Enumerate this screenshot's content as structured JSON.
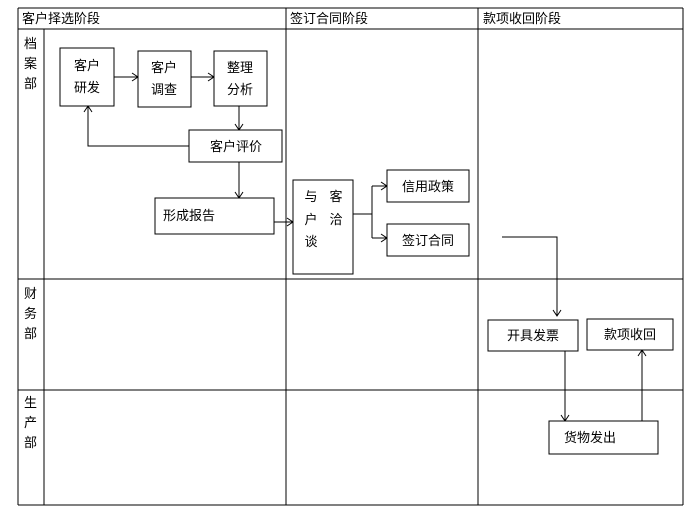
{
  "phases": [
    "客户择选阶段",
    "签订合同阶段",
    "款项收回阶段"
  ],
  "departments": [
    [
      "档",
      "案",
      "部"
    ],
    [
      "财",
      "务",
      "部"
    ],
    [
      "生",
      "产",
      "部"
    ]
  ],
  "nodes": {
    "customer_research": [
      "客户",
      "研发"
    ],
    "customer_survey": [
      "客户",
      "调查"
    ],
    "organize_analyze": [
      "整理",
      "分析"
    ],
    "customer_evaluation": "客户评价",
    "form_report": "形成报告",
    "customer_negotiation": [
      "与",
      "客",
      "户",
      "洽",
      "谈"
    ],
    "credit_policy": "信用政策",
    "sign_contract": "签订合同",
    "issue_invoice": "开具发票",
    "payment_collection": "款项收回",
    "goods_shipment": "货物发出"
  }
}
